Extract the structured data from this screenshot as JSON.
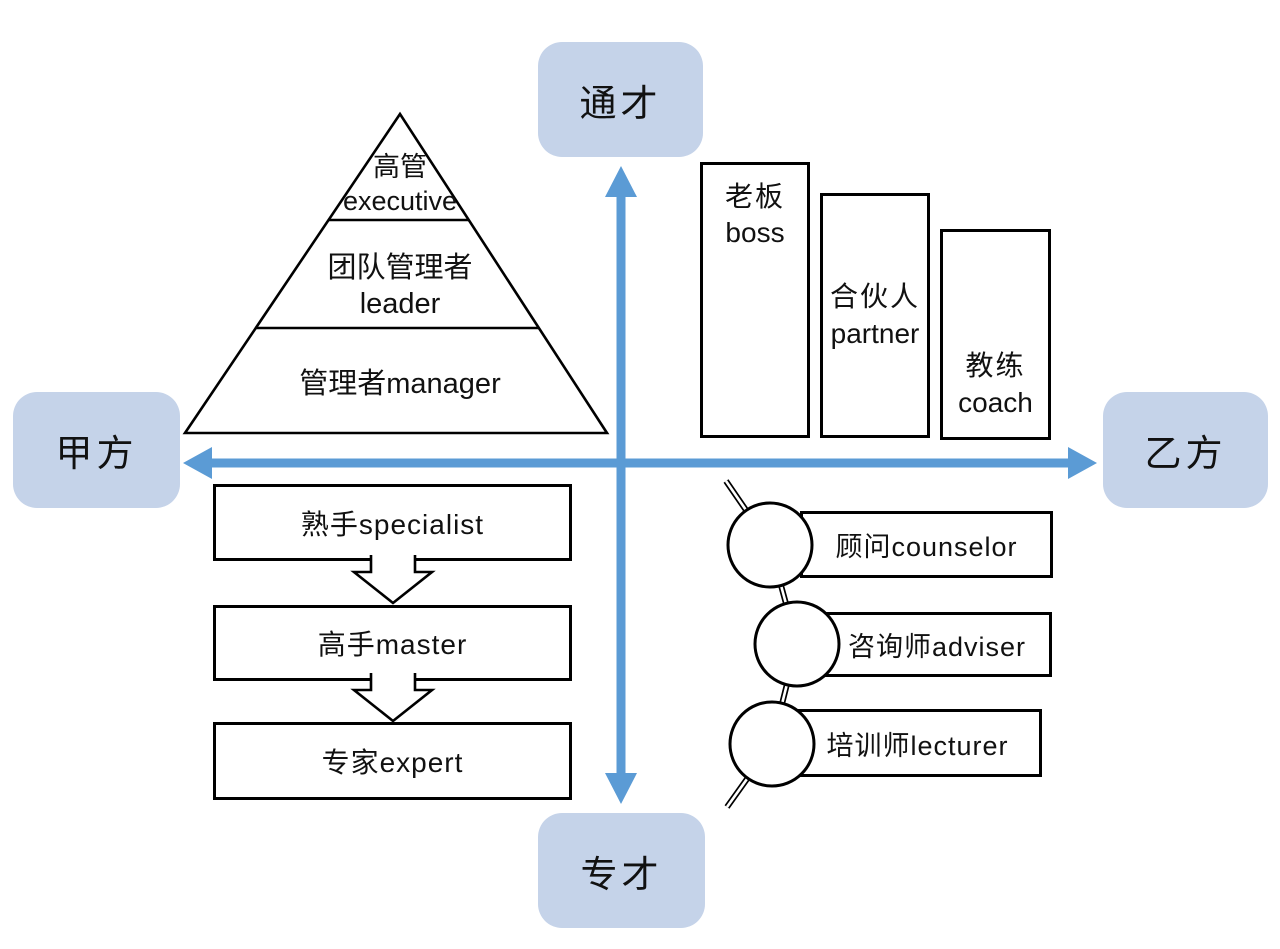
{
  "diagram": {
    "background_color": "#ffffff",
    "axis_color": "#5b9bd5",
    "label_fill_color": "#c5d3e9",
    "outline_color": "#000000"
  },
  "axis_labels": {
    "top": "通才",
    "bottom": "专才",
    "left": "甲方",
    "right": "乙方"
  },
  "pyramid": {
    "levels": [
      {
        "line1": "高管",
        "line2": "executive"
      },
      {
        "line1": "团队管理者",
        "line2": "leader"
      },
      {
        "line1": "管理者manager",
        "line2": ""
      }
    ]
  },
  "bars": [
    {
      "zh": "老板",
      "en": "boss"
    },
    {
      "zh": "合伙人",
      "en": "partner"
    },
    {
      "zh": "教练",
      "en": "coach"
    }
  ],
  "steps": [
    {
      "label": "熟手specialist"
    },
    {
      "label": "高手master"
    },
    {
      "label": "专家expert"
    }
  ],
  "beads": [
    {
      "label": "顾问counselor"
    },
    {
      "label": "咨询师adviser"
    },
    {
      "label": "培训师lecturer"
    }
  ]
}
